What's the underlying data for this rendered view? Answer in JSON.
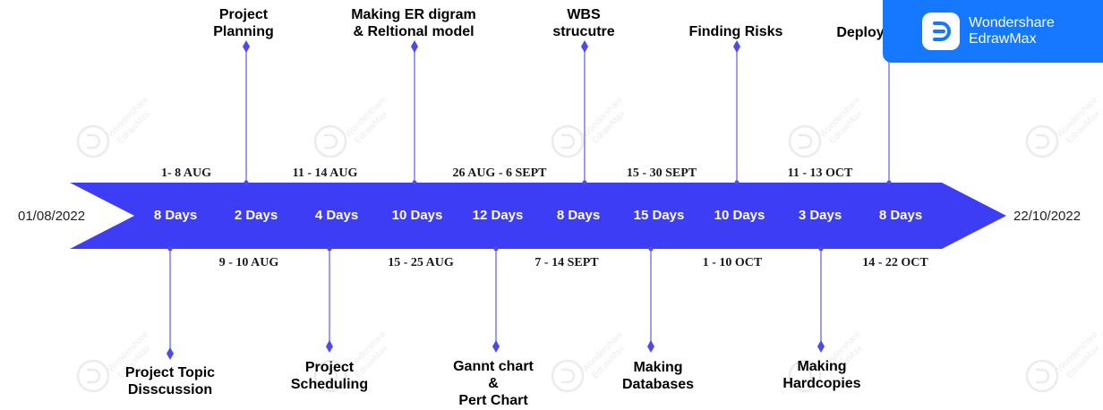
{
  "start_date": "01/08/2022",
  "end_date": "22/10/2022",
  "durations": [
    "8 Days",
    "2 Days",
    "4 Days",
    "10 Days",
    "12 Days",
    "8 Days",
    "15 Days",
    "10 Days",
    "3 Days",
    "8 Days"
  ],
  "ranges_top": [
    "1- 8 AUG",
    "11 - 14 AUG",
    "26 AUG - 6 SEPT",
    "15 - 30 SEPT",
    "11 - 13 OCT"
  ],
  "ranges_bottom": [
    "9 - 10 AUG",
    "15 - 25 AUG",
    "7 - 14 SEPT",
    "1 - 10 OCT",
    "14 - 22 OCT"
  ],
  "milestones_top": [
    {
      "lines": [
        "Project",
        "Planning"
      ],
      "tone": "grey"
    },
    {
      "lines": [
        "Making ER digram",
        "& Reltional model"
      ],
      "tone": "grey"
    },
    {
      "lines": [
        "WBS",
        "strucutre"
      ],
      "tone": "grey"
    },
    {
      "lines": [
        "Finding Risks"
      ],
      "tone": "grey"
    },
    {
      "lines": [
        "Deploy"
      ],
      "tone": "dark"
    }
  ],
  "milestones_bottom": [
    {
      "lines": [
        "Project Topic",
        "Disscussion"
      ],
      "tone": "grey"
    },
    {
      "lines": [
        "Project",
        "Scheduling"
      ],
      "tone": "dark"
    },
    {
      "lines": [
        "Gannt chart",
        "&",
        "Pert Chart"
      ],
      "tone": "grey"
    },
    {
      "lines": [
        "Making",
        "Databases"
      ],
      "tone": "dark"
    },
    {
      "lines": [
        "Making",
        "Hardcopies"
      ],
      "tone": "grey"
    }
  ],
  "brand": {
    "line1": "Wondershare",
    "line2": "EdrawMax",
    "icon": "edrawmax-logo-icon"
  },
  "watermark": {
    "line1": "Wondershare",
    "line2": "EdrawMax"
  },
  "colors": {
    "arrow": "#3d3df5",
    "connector": "#7b7bf0",
    "marker": "#4b4bea",
    "brand": "#1677ff"
  }
}
